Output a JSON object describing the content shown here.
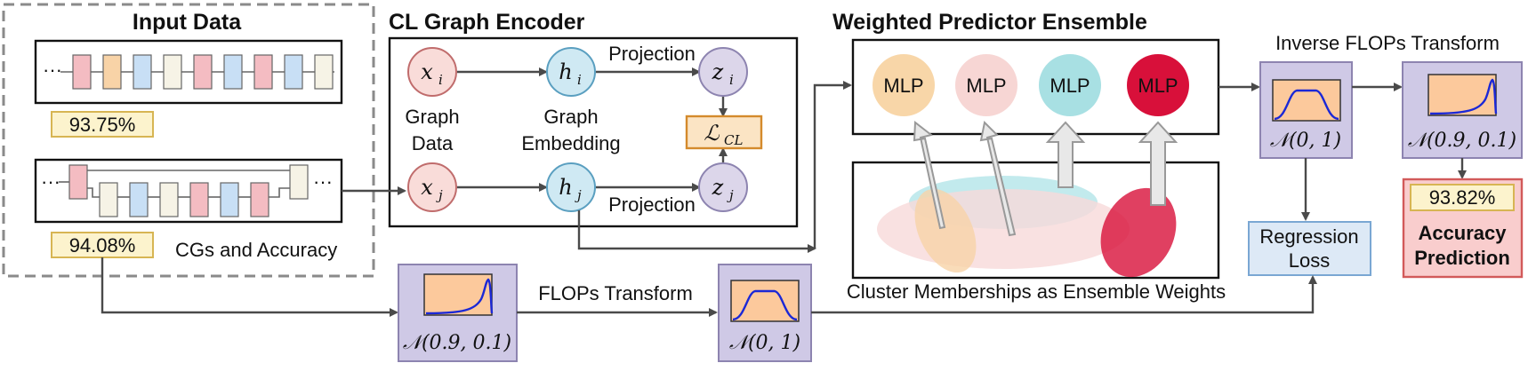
{
  "input_data": {
    "title": "Input Data",
    "ellipsis": "···",
    "accuracy_top": "93.75%",
    "accuracy_bottom": "94.08%",
    "caption": "CGs and Accuracy"
  },
  "encoder": {
    "title": "CL Graph Encoder",
    "x_i": "x",
    "x_i_sub": "i",
    "h_i": "h",
    "h_i_sub": "i",
    "z_i": "z",
    "z_i_sub": "i",
    "x_j": "x",
    "x_j_sub": "j",
    "h_j": "h",
    "h_j_sub": "j",
    "z_j": "z",
    "z_j_sub": "j",
    "projection_top": "Projection",
    "projection_bottom": "Projection",
    "graph_data_line1": "Graph",
    "graph_data_line2": "Data",
    "graph_emb_line1": "Graph",
    "graph_emb_line2": "Embedding",
    "loss_symbol": "ℒ",
    "loss_sub": "CL"
  },
  "ensemble": {
    "title": "Weighted Predictor Ensemble",
    "mlps": [
      "MLP",
      "MLP",
      "MLP",
      "MLP"
    ],
    "mlp_colors": [
      "#f8d6a8",
      "#f7d6d4",
      "#a8e0e3",
      "#d8103a"
    ],
    "cluster_caption": "Cluster Memberships as Ensemble Weights"
  },
  "transforms": {
    "inverse_title": "Inverse FLOPs Transform",
    "flops_title": "FLOPs Transform",
    "normal_std": "𝒩(0, 1)",
    "normal_shifted": "𝒩(0.9, 0.1)"
  },
  "outputs": {
    "regression_loss_line1": "Regression",
    "regression_loss_line2": "Loss",
    "prediction_value": "93.82%",
    "prediction_line1": "Accuracy",
    "prediction_line2": "Prediction"
  }
}
